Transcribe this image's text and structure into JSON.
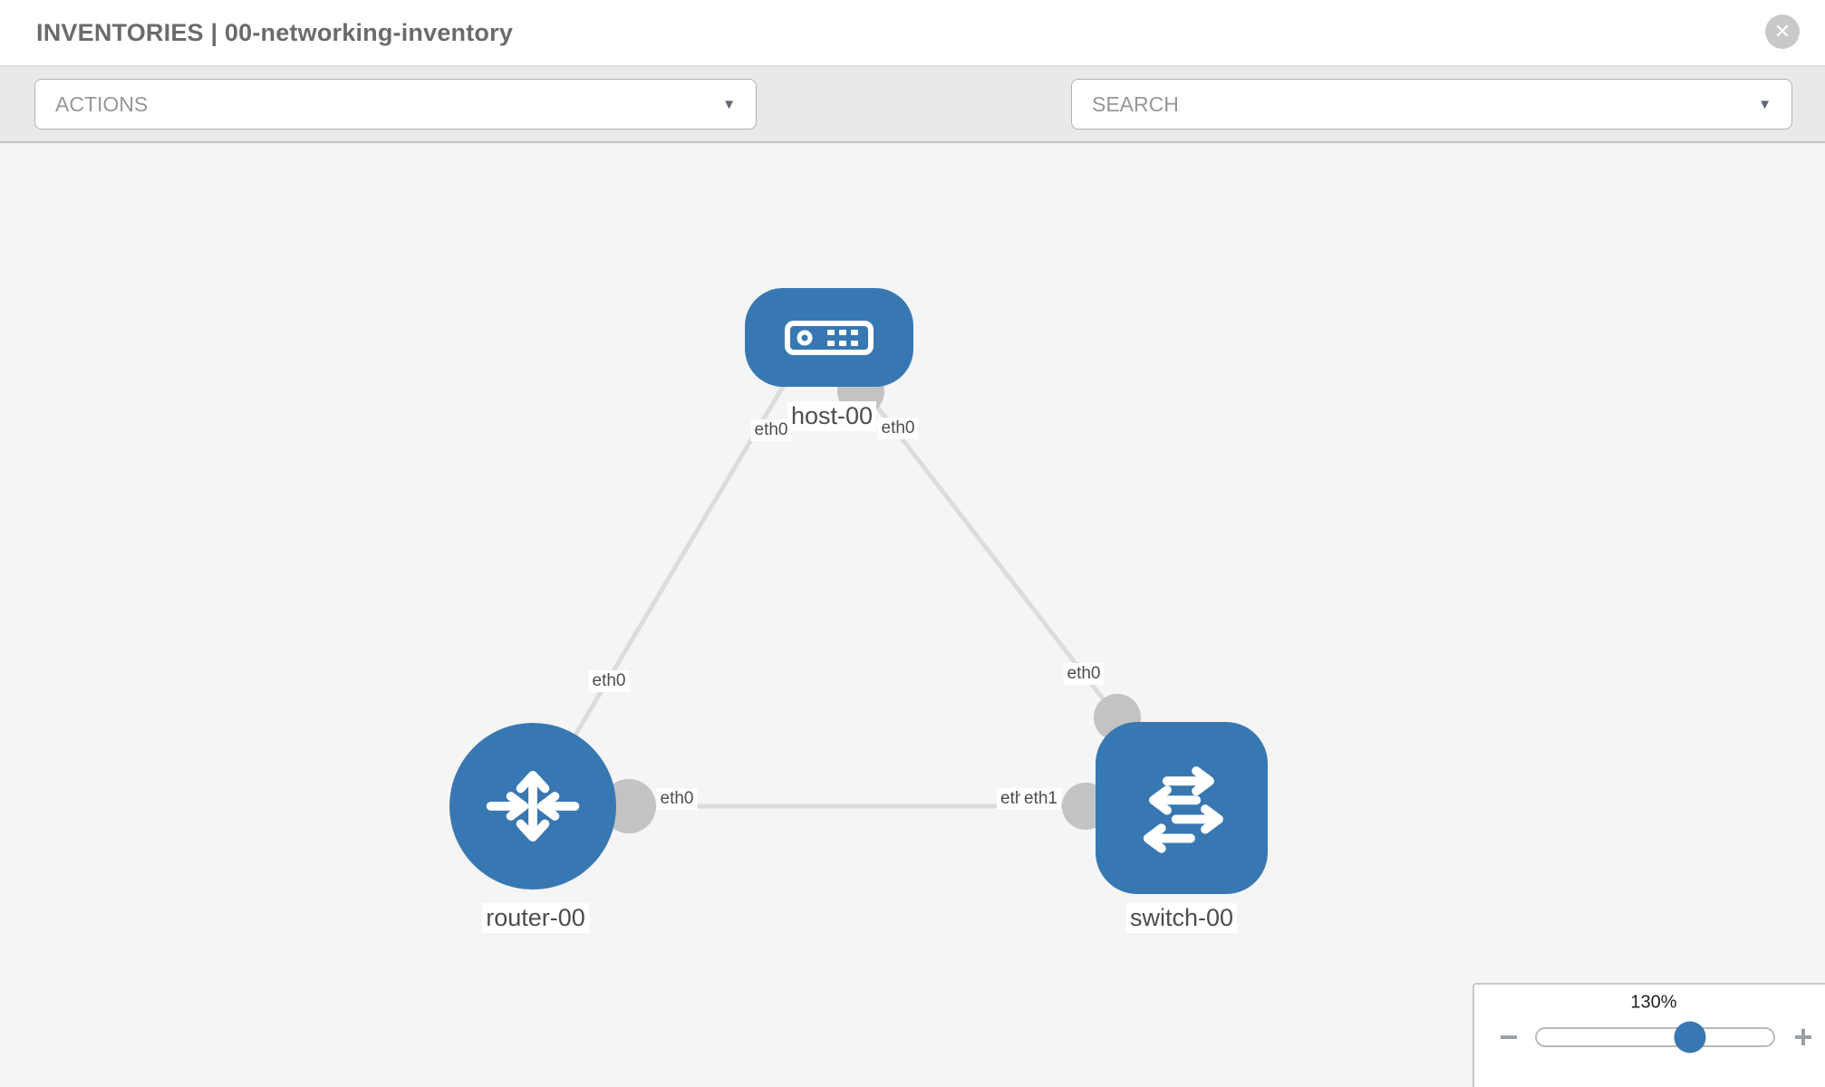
{
  "header": {
    "title": "INVENTORIES | 00-networking-inventory"
  },
  "toolbar": {
    "actions_label": "ACTIONS",
    "search_label": "SEARCH"
  },
  "icons": {
    "close": "✕",
    "caret": "▼",
    "minus": "−",
    "plus": "+"
  },
  "topology": {
    "nodes": [
      {
        "label": "host-00",
        "type": "host"
      },
      {
        "label": "router-00",
        "type": "router"
      },
      {
        "label": "switch-00",
        "type": "switch"
      }
    ],
    "links": [
      {
        "from": "router-00",
        "to": "host-00",
        "from_interface": "eth0",
        "to_interface": "eth0"
      },
      {
        "from": "switch-00",
        "to": "host-00",
        "from_interface": "eth0",
        "to_interface": "eth0"
      },
      {
        "from": "router-00",
        "to": "switch-00",
        "from_interface": "eth0",
        "to_interface": "eth1"
      }
    ],
    "interface_badges": [
      {
        "label": "eth0",
        "position": "host-bottom-left"
      },
      {
        "label": "eth0",
        "position": "host-bottom-right"
      },
      {
        "label": "eth0",
        "position": "router-host-edge"
      },
      {
        "label": "eth0",
        "position": "host-switch-edge"
      },
      {
        "label": "eth0",
        "position": "router-switch-edge-router-end"
      },
      {
        "label": "eth0",
        "position": "router-switch-edge-switch-end-under"
      },
      {
        "label": "eth1",
        "position": "router-switch-edge-switch-end"
      }
    ]
  },
  "zoom_control": {
    "level": "130%"
  },
  "colors": {
    "node_blue": "#3878b2",
    "edge_gray": "#dcdcdc",
    "connector_gray": "#c3c3c3",
    "toolbar_gray": "#e9e9e9",
    "canvas_gray": "#f5f5f5"
  }
}
